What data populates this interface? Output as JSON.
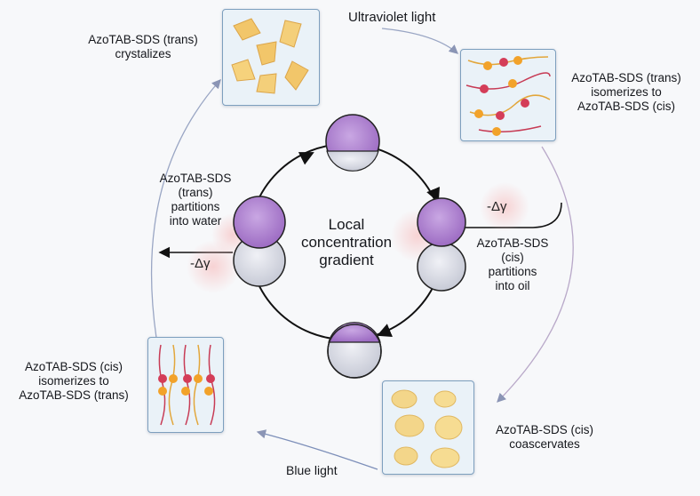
{
  "labels": {
    "uv_light": "Ultraviolet light",
    "blue_light": "Blue light",
    "trans_crystallizes": [
      "AzoTAB-SDS (trans)",
      "crystalizes"
    ],
    "trans_isomerizes": [
      "AzoTAB-SDS (trans)",
      "isomerizes to",
      "AzoTAB-SDS (cis)"
    ],
    "cis_coacervates": [
      "AzoTAB-SDS (cis)",
      "coascervates"
    ],
    "cis_isomerizes": [
      "AzoTAB-SDS (cis)",
      "isomerizes to",
      "AzoTAB-SDS (trans)"
    ],
    "trans_partitions": [
      "AzoTAB-SDS",
      "(trans)",
      "partitions",
      "into water"
    ],
    "cis_partitions": [
      "AzoTAB-SDS",
      "(cis)",
      "partitions",
      "into oil"
    ],
    "center": [
      "Local",
      "concentration",
      "gradient"
    ],
    "gamma_left": "-Δγ",
    "gamma_right": "-Δγ"
  },
  "colors": {
    "purple": "#b68fd1",
    "purple_dark": "#8d5fb3",
    "grey": "#d6d9e2",
    "panel_bg": "#eaf2f8",
    "panel_border": "#7d9fbe",
    "arrow_outer": "#9aa6c4",
    "arrow_inner": "#111111"
  }
}
